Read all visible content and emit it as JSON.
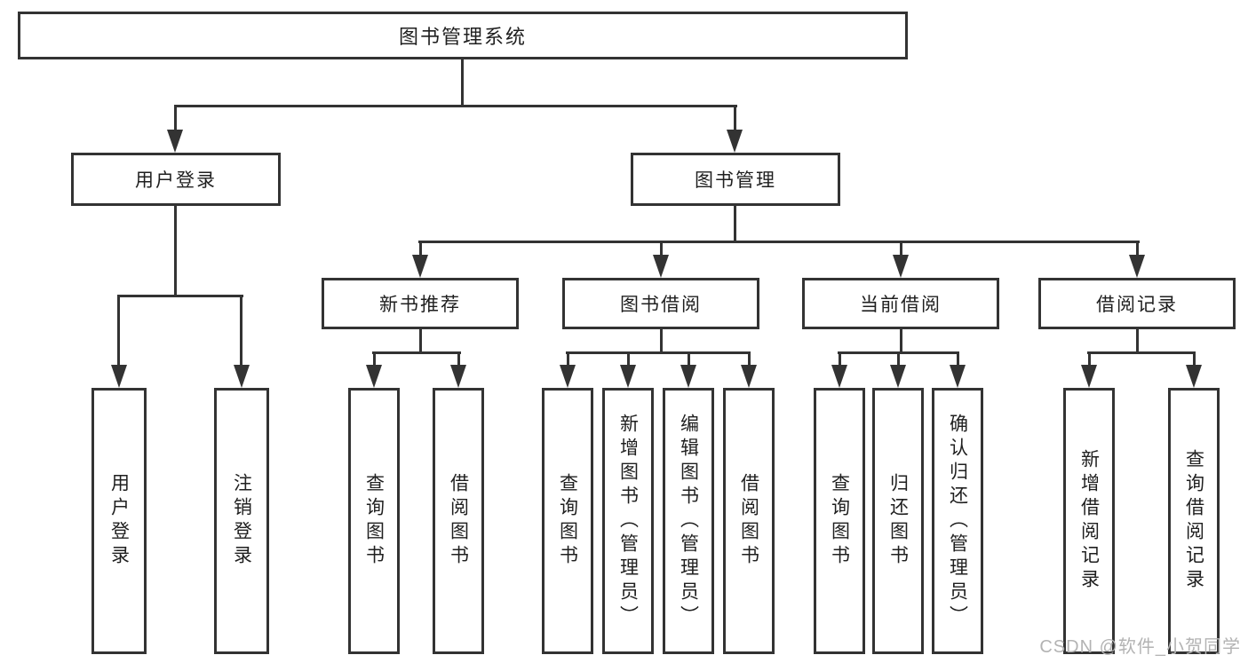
{
  "tree": {
    "root": "图书管理系统",
    "level2": [
      {
        "label": "用户登录",
        "leaves": [
          "用户登录",
          "注销登录"
        ]
      },
      {
        "label": "图书管理",
        "groups": [
          {
            "label": "新书推荐",
            "leaves": [
              "查询图书",
              "借阅图书"
            ]
          },
          {
            "label": "图书借阅",
            "leaves": [
              "查询图书",
              "新增图书（管理员）",
              "编辑图书（管理员）",
              "借阅图书"
            ]
          },
          {
            "label": "当前借阅",
            "leaves": [
              "查询图书",
              "归还图书",
              "确认归还（管理员）"
            ]
          },
          {
            "label": "借阅记录",
            "leaves": [
              "新增借阅记录",
              "查询借阅记录"
            ]
          }
        ]
      }
    ]
  },
  "watermark": {
    "text": "CSDN @软件_小贺同学"
  },
  "colors": {
    "line": "#333333",
    "box_border": "#333333",
    "text": "#1f1f1f",
    "background": "#ffffff",
    "watermark": "#b3b3b3"
  }
}
